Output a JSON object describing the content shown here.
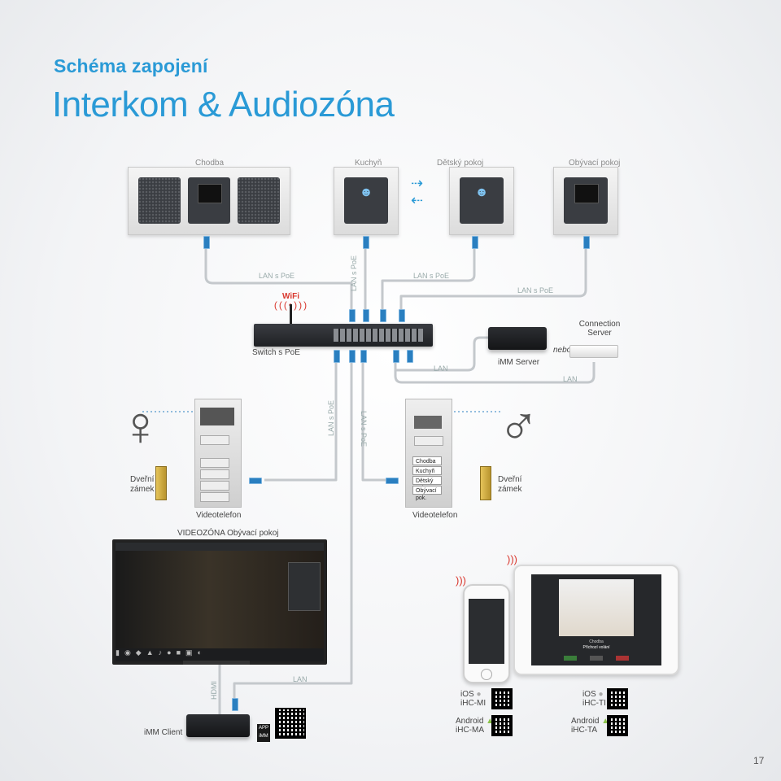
{
  "title": {
    "subtitle": "Schéma zapojení",
    "main": "Interkom & Audiozóna"
  },
  "rooms": [
    "Chodba",
    "Kuchyň",
    "Dětský pokoj",
    "Obývací pokoj"
  ],
  "cables": {
    "lan_poe_1": "LAN s PoE",
    "lan_poe_2": "LAN s PoE",
    "lan_poe_3": "LAN s PoE",
    "lan_poe_4": "LAN s PoE",
    "lan_poe_v1": "LAN s PoE",
    "lan_poe_v2": "LAN s PoE",
    "lan_server": "LAN",
    "lan_conn": "LAN",
    "lan_client": "LAN",
    "hdmi": "HDMI"
  },
  "wifi_label": "WiFi",
  "switch_label": "Switch s PoE",
  "server_label": "iMM Server",
  "nebo": "nebo",
  "connection_server": [
    "Connection",
    "Server"
  ],
  "door_lock_left": [
    "Dveřní",
    "zámek"
  ],
  "door_lock_right": [
    "Dveřní",
    "zámek"
  ],
  "videotelefon_left": "Videotelefon",
  "videotelefon_right": "Videotelefon",
  "nameplates": [
    "Chodba",
    "Kuchyň",
    "Dětský pok.",
    "Obývací pok."
  ],
  "videozona_label": "VIDEOZÓNA Obývací pokoj",
  "tablet_call": {
    "line1": "Chodba",
    "line2": "Příchozí volání"
  },
  "client_label": "iMM Client",
  "app_badge": {
    "top": "APP",
    "bottom": "iMM"
  },
  "apps": {
    "ios_mi": {
      "os": "iOS",
      "app": "iHC-MI"
    },
    "android_ma": {
      "os": "Android",
      "app": "iHC-MA"
    },
    "ios_ti": {
      "os": "iOS",
      "app": "iHC-TI"
    },
    "android_ta": {
      "os": "Android",
      "app": "iHC-TA"
    }
  },
  "page_number": "17",
  "colors": {
    "accent": "#2a9ad6",
    "cable": "#c4c8cc",
    "plug": "#2a7fc0"
  }
}
